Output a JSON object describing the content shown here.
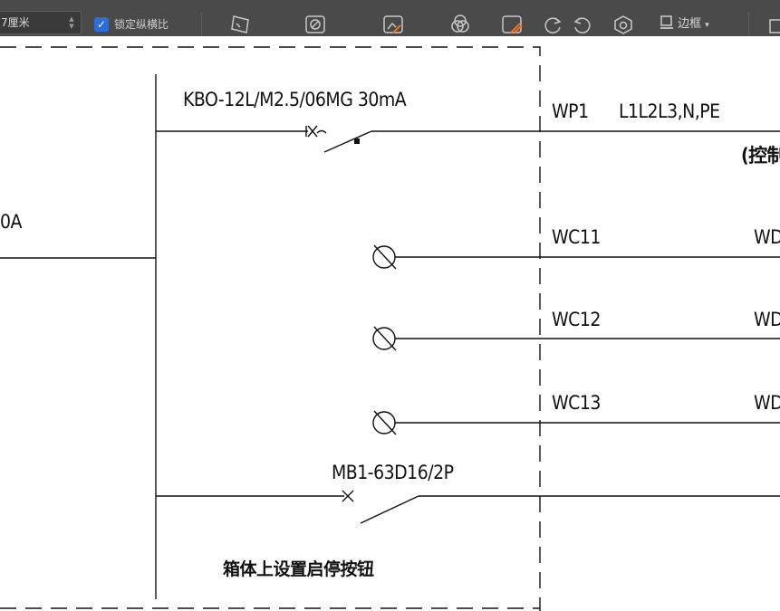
{
  "toolbar": {
    "height_value": "7厘米",
    "lock_ratio_label": "锁定纵横比",
    "lock_ratio_checked": true,
    "border_label": "边框",
    "accent_color": "#2d6cdf",
    "icons": [
      "crop-icon",
      "picture-effect-icon",
      "image-edit-icon",
      "shape-combine-icon",
      "image-replace-icon",
      "rotate-right-icon",
      "rotate-left-icon",
      "reset-icon",
      "border-icon"
    ]
  },
  "diagram": {
    "incoming_rating": "0A",
    "breaker_wp1": "KBO-12L/M2.5/06MG 30mA",
    "circuit_wp1": "WP1",
    "phases_wp1": "L1L2L3,N,PE",
    "note_wp1": "(控制",
    "circuit_wc11": "WC11",
    "target_wc11": "WD.",
    "circuit_wc12": "WC12",
    "target_wc12": "WD.",
    "circuit_wc13": "WC13",
    "target_wc13": "WD",
    "breaker_mb1": "MB1-63D16/2P",
    "note_button": "箱体上设置启停按钮"
  }
}
